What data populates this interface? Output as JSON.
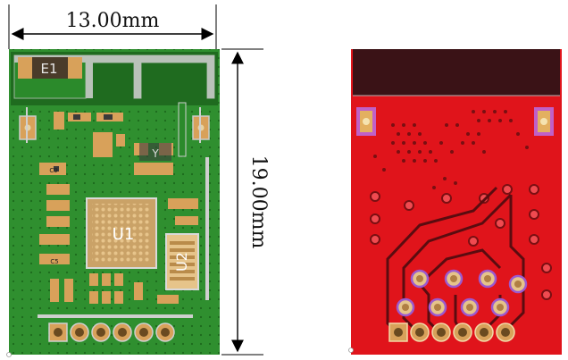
{
  "dimensions": {
    "width_label": "13.00mm",
    "height_label": "19.00mm"
  },
  "top_board": {
    "components": {
      "antenna": "E1",
      "mcu": "U1",
      "ic2": "U2",
      "resistor_y": "Y",
      "cap_c9": "C9",
      "cap_c5": "C5"
    }
  },
  "colors": {
    "pcb_top": "#2f8f2f",
    "pcb_top_dark": "#1f6b1f",
    "pcb_bottom": "#e0141b",
    "copper_pad": "#d8a15a",
    "silkscreen": "#d9d9d9",
    "via_ring_bottom": "#8a1518"
  }
}
